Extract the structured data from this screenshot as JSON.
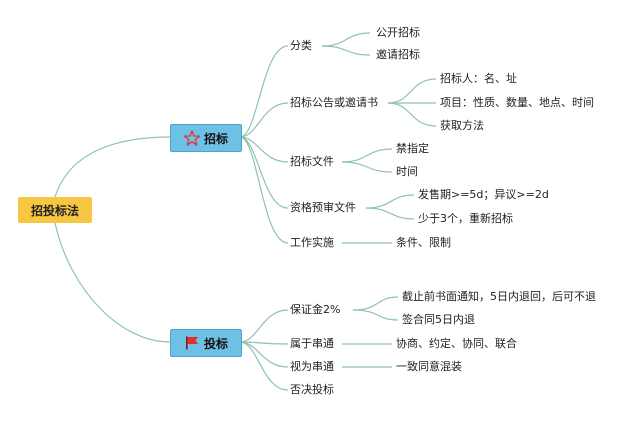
{
  "root": "招投标法",
  "zhaobiao": {
    "label": "招标",
    "icon": "star-icon",
    "children": {
      "fenlei": {
        "label": "分类",
        "items": [
          "公开招标",
          "邀请招标"
        ]
      },
      "gonggao": {
        "label": "招标公告或邀请书",
        "items": [
          "招标人：名、址",
          "项目：性质、数量、地点、时间",
          "获取方法"
        ]
      },
      "wenjian": {
        "label": "招标文件",
        "items": [
          "禁指定",
          "时间"
        ]
      },
      "yushen": {
        "label": "资格预审文件",
        "items": [
          "发售期>=5d；异议>=2d",
          "少于3个，重新招标"
        ]
      },
      "shishi": {
        "label": "工作实施",
        "items": [
          "条件、限制"
        ]
      }
    }
  },
  "toubiao": {
    "label": "投标",
    "icon": "flag-icon",
    "children": {
      "baozhengjin": {
        "label": "保证金2%",
        "items": [
          "截止前书面通知，5日内退回，后可不退",
          "签合同5日内退"
        ]
      },
      "shuyu": {
        "label": "属于串通",
        "items": [
          "协商、约定、协同、联合"
        ]
      },
      "shiwei": {
        "label": "视为串通",
        "items": [
          "一致同意混装"
        ]
      },
      "foujue": {
        "label": "否决投标"
      }
    }
  },
  "colors": {
    "root": "#f7c642",
    "main": "#6ec1e4",
    "link": "#8fc2b4",
    "star": "#e03131",
    "flag": "#e03131"
  }
}
